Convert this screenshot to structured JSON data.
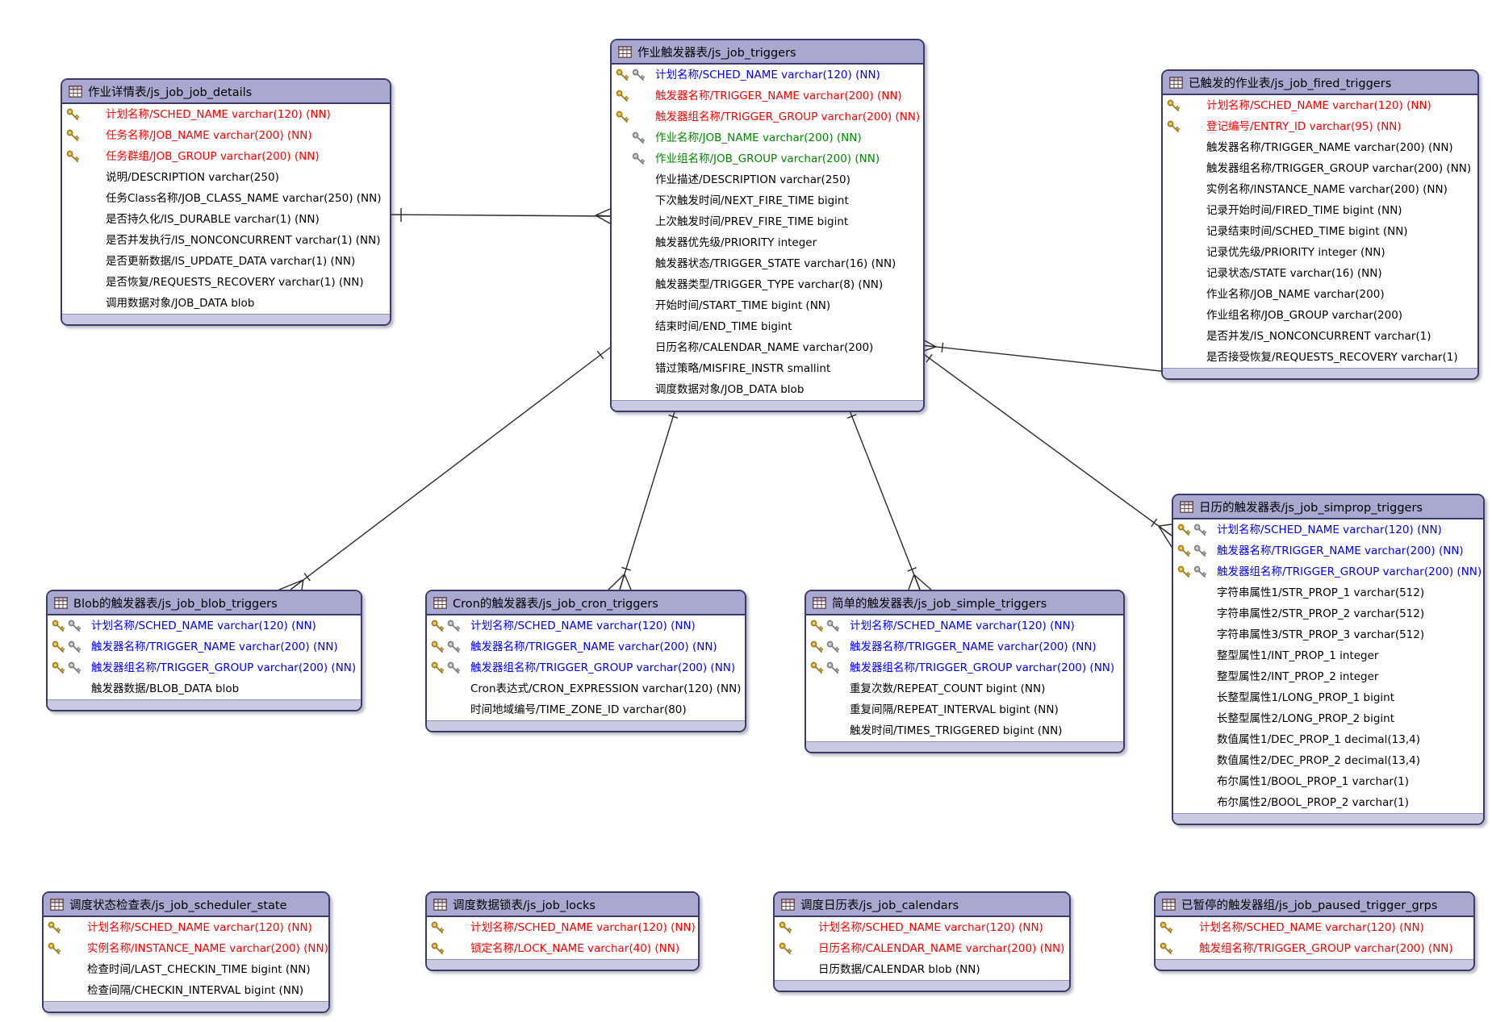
{
  "colors": {
    "primary_key_text": "#ff0000",
    "primary_foreign_key_text": "#0000ff",
    "foreign_key_text": "#008800",
    "normal_text": "#000000",
    "table_header_bg": "#a8a8d0",
    "table_footer_bg": "#c9c9e2",
    "table_border": "#3a3a6b",
    "gold_key": "#f3cd4e",
    "gray_key": "#d2d2d2"
  },
  "tables": [
    {
      "title": "作业详情表/js_job_job_details",
      "fields": [
        {
          "text": "计划名称/SCHED_NAME varchar(120) (NN)",
          "color": "red",
          "keys": [
            "pk"
          ]
        },
        {
          "text": "任务名称/JOB_NAME varchar(200) (NN)",
          "color": "red",
          "keys": [
            "pk"
          ]
        },
        {
          "text": "任务群组/JOB_GROUP varchar(200) (NN)",
          "color": "red",
          "keys": [
            "pk"
          ]
        },
        {
          "text": "说明/DESCRIPTION varchar(250)",
          "color": "black",
          "keys": []
        },
        {
          "text": "任务Class名称/JOB_CLASS_NAME varchar(250) (NN)",
          "color": "black",
          "keys": []
        },
        {
          "text": "是否持久化/IS_DURABLE varchar(1) (NN)",
          "color": "black",
          "keys": []
        },
        {
          "text": "是否并发执行/IS_NONCONCURRENT varchar(1) (NN)",
          "color": "black",
          "keys": []
        },
        {
          "text": "是否更新数据/IS_UPDATE_DATA varchar(1) (NN)",
          "color": "black",
          "keys": []
        },
        {
          "text": "是否恢复/REQUESTS_RECOVERY varchar(1) (NN)",
          "color": "black",
          "keys": []
        },
        {
          "text": "调用数据对象/JOB_DATA blob",
          "color": "black",
          "keys": []
        }
      ]
    },
    {
      "title": "作业触发器表/js_job_triggers",
      "fields": [
        {
          "text": "计划名称/SCHED_NAME varchar(120) (NN)",
          "color": "blue",
          "keys": [
            "pk",
            "fk"
          ]
        },
        {
          "text": "触发器名称/TRIGGER_NAME varchar(200) (NN)",
          "color": "red",
          "keys": [
            "pk"
          ]
        },
        {
          "text": "触发器组名称/TRIGGER_GROUP varchar(200) (NN)",
          "color": "red",
          "keys": [
            "pk"
          ]
        },
        {
          "text": "作业名称/JOB_NAME varchar(200) (NN)",
          "color": "green",
          "keys": [
            "fk"
          ]
        },
        {
          "text": "作业组名称/JOB_GROUP varchar(200) (NN)",
          "color": "green",
          "keys": [
            "fk"
          ]
        },
        {
          "text": "作业描述/DESCRIPTION varchar(250)",
          "color": "black",
          "keys": []
        },
        {
          "text": "下次触发时间/NEXT_FIRE_TIME bigint",
          "color": "black",
          "keys": []
        },
        {
          "text": "上次触发时间/PREV_FIRE_TIME bigint",
          "color": "black",
          "keys": []
        },
        {
          "text": "触发器优先级/PRIORITY integer",
          "color": "black",
          "keys": []
        },
        {
          "text": "触发器状态/TRIGGER_STATE varchar(16) (NN)",
          "color": "black",
          "keys": []
        },
        {
          "text": "触发器类型/TRIGGER_TYPE varchar(8) (NN)",
          "color": "black",
          "keys": []
        },
        {
          "text": "开始时间/START_TIME bigint (NN)",
          "color": "black",
          "keys": []
        },
        {
          "text": "结束时间/END_TIME bigint",
          "color": "black",
          "keys": []
        },
        {
          "text": "日历名称/CALENDAR_NAME varchar(200)",
          "color": "black",
          "keys": []
        },
        {
          "text": "错过策略/MISFIRE_INSTR smallint",
          "color": "black",
          "keys": []
        },
        {
          "text": "调度数据对象/JOB_DATA blob",
          "color": "black",
          "keys": []
        }
      ]
    },
    {
      "title": "已触发的作业表/js_job_fired_triggers",
      "fields": [
        {
          "text": "计划名称/SCHED_NAME varchar(120) (NN)",
          "color": "red",
          "keys": [
            "pk"
          ]
        },
        {
          "text": "登记编号/ENTRY_ID varchar(95) (NN)",
          "color": "red",
          "keys": [
            "pk"
          ]
        },
        {
          "text": "触发器名称/TRIGGER_NAME varchar(200) (NN)",
          "color": "black",
          "keys": []
        },
        {
          "text": "触发器组名称/TRIGGER_GROUP varchar(200) (NN)",
          "color": "black",
          "keys": []
        },
        {
          "text": "实例名称/INSTANCE_NAME varchar(200) (NN)",
          "color": "black",
          "keys": []
        },
        {
          "text": "记录开始时间/FIRED_TIME bigint (NN)",
          "color": "black",
          "keys": []
        },
        {
          "text": "记录结束时间/SCHED_TIME bigint (NN)",
          "color": "black",
          "keys": []
        },
        {
          "text": "记录优先级/PRIORITY integer (NN)",
          "color": "black",
          "keys": []
        },
        {
          "text": "记录状态/STATE varchar(16) (NN)",
          "color": "black",
          "keys": []
        },
        {
          "text": "作业名称/JOB_NAME varchar(200)",
          "color": "black",
          "keys": []
        },
        {
          "text": "作业组名称/JOB_GROUP varchar(200)",
          "color": "black",
          "keys": []
        },
        {
          "text": "是否并发/IS_NONCONCURRENT varchar(1)",
          "color": "black",
          "keys": []
        },
        {
          "text": "是否接受恢复/REQUESTS_RECOVERY varchar(1)",
          "color": "black",
          "keys": []
        }
      ]
    },
    {
      "title": "日历的触发器表/js_job_simprop_triggers",
      "fields": [
        {
          "text": "计划名称/SCHED_NAME varchar(120) (NN)",
          "color": "blue",
          "keys": [
            "pk",
            "fk"
          ]
        },
        {
          "text": "触发器名称/TRIGGER_NAME varchar(200) (NN)",
          "color": "blue",
          "keys": [
            "pk",
            "fk"
          ]
        },
        {
          "text": "触发器组名称/TRIGGER_GROUP varchar(200) (NN)",
          "color": "blue",
          "keys": [
            "pk",
            "fk"
          ]
        },
        {
          "text": "字符串属性1/STR_PROP_1 varchar(512)",
          "color": "black",
          "keys": []
        },
        {
          "text": "字符串属性2/STR_PROP_2 varchar(512)",
          "color": "black",
          "keys": []
        },
        {
          "text": "字符串属性3/STR_PROP_3 varchar(512)",
          "color": "black",
          "keys": []
        },
        {
          "text": "整型属性1/INT_PROP_1 integer",
          "color": "black",
          "keys": []
        },
        {
          "text": "整型属性2/INT_PROP_2 integer",
          "color": "black",
          "keys": []
        },
        {
          "text": "长整型属性1/LONG_PROP_1 bigint",
          "color": "black",
          "keys": []
        },
        {
          "text": "长整型属性2/LONG_PROP_2 bigint",
          "color": "black",
          "keys": []
        },
        {
          "text": "数值属性1/DEC_PROP_1 decimal(13,4)",
          "color": "black",
          "keys": []
        },
        {
          "text": "数值属性2/DEC_PROP_2 decimal(13,4)",
          "color": "black",
          "keys": []
        },
        {
          "text": "布尔属性1/BOOL_PROP_1 varchar(1)",
          "color": "black",
          "keys": []
        },
        {
          "text": "布尔属性2/BOOL_PROP_2 varchar(1)",
          "color": "black",
          "keys": []
        }
      ]
    },
    {
      "title": "Blob的触发器表/js_job_blob_triggers",
      "fields": [
        {
          "text": "计划名称/SCHED_NAME varchar(120) (NN)",
          "color": "blue",
          "keys": [
            "pk",
            "fk"
          ]
        },
        {
          "text": "触发器名称/TRIGGER_NAME varchar(200) (NN)",
          "color": "blue",
          "keys": [
            "pk",
            "fk"
          ]
        },
        {
          "text": "触发器组名称/TRIGGER_GROUP varchar(200) (NN)",
          "color": "blue",
          "keys": [
            "pk",
            "fk"
          ]
        },
        {
          "text": "触发器数据/BLOB_DATA blob",
          "color": "black",
          "keys": []
        }
      ]
    },
    {
      "title": "Cron的触发器表/js_job_cron_triggers",
      "fields": [
        {
          "text": "计划名称/SCHED_NAME varchar(120) (NN)",
          "color": "blue",
          "keys": [
            "pk",
            "fk"
          ]
        },
        {
          "text": "触发器名称/TRIGGER_NAME varchar(200) (NN)",
          "color": "blue",
          "keys": [
            "pk",
            "fk"
          ]
        },
        {
          "text": "触发器组名称/TRIGGER_GROUP varchar(200) (NN)",
          "color": "blue",
          "keys": [
            "pk",
            "fk"
          ]
        },
        {
          "text": "Cron表达式/CRON_EXPRESSION varchar(120) (NN)",
          "color": "black",
          "keys": []
        },
        {
          "text": "时间地域编号/TIME_ZONE_ID varchar(80)",
          "color": "black",
          "keys": []
        }
      ]
    },
    {
      "title": "简单的触发器表/js_job_simple_triggers",
      "fields": [
        {
          "text": "计划名称/SCHED_NAME varchar(120) (NN)",
          "color": "blue",
          "keys": [
            "pk",
            "fk"
          ]
        },
        {
          "text": "触发器名称/TRIGGER_NAME varchar(200) (NN)",
          "color": "blue",
          "keys": [
            "pk",
            "fk"
          ]
        },
        {
          "text": "触发器组名称/TRIGGER_GROUP varchar(200) (NN)",
          "color": "blue",
          "keys": [
            "pk",
            "fk"
          ]
        },
        {
          "text": "重复次数/REPEAT_COUNT bigint (NN)",
          "color": "black",
          "keys": []
        },
        {
          "text": "重复间隔/REPEAT_INTERVAL bigint (NN)",
          "color": "black",
          "keys": []
        },
        {
          "text": "触发时间/TIMES_TRIGGERED bigint (NN)",
          "color": "black",
          "keys": []
        }
      ]
    },
    {
      "title": "调度状态检查表/js_job_scheduler_state",
      "fields": [
        {
          "text": "计划名称/SCHED_NAME varchar(120) (NN)",
          "color": "red",
          "keys": [
            "pk"
          ]
        },
        {
          "text": "实例名称/INSTANCE_NAME varchar(200) (NN)",
          "color": "red",
          "keys": [
            "pk"
          ]
        },
        {
          "text": "检查时间/LAST_CHECKIN_TIME bigint (NN)",
          "color": "black",
          "keys": []
        },
        {
          "text": "检查间隔/CHECKIN_INTERVAL bigint (NN)",
          "color": "black",
          "keys": []
        }
      ]
    },
    {
      "title": "调度数据锁表/js_job_locks",
      "fields": [
        {
          "text": "计划名称/SCHED_NAME varchar(120) (NN)",
          "color": "red",
          "keys": [
            "pk"
          ]
        },
        {
          "text": "锁定名称/LOCK_NAME varchar(40) (NN)",
          "color": "red",
          "keys": [
            "pk"
          ]
        }
      ]
    },
    {
      "title": "调度日历表/js_job_calendars",
      "fields": [
        {
          "text": "计划名称/SCHED_NAME varchar(120) (NN)",
          "color": "red",
          "keys": [
            "pk"
          ]
        },
        {
          "text": "日历名称/CALENDAR_NAME varchar(200) (NN)",
          "color": "red",
          "keys": [
            "pk"
          ]
        },
        {
          "text": "日历数据/CALENDAR blob (NN)",
          "color": "black",
          "keys": []
        }
      ]
    },
    {
      "title": "已暂停的触发器组/js_job_paused_trigger_grps",
      "fields": [
        {
          "text": "计划名称/SCHED_NAME varchar(120) (NN)",
          "color": "red",
          "keys": [
            "pk"
          ]
        },
        {
          "text": "触发组名称/TRIGGER_GROUP varchar(200) (NN)",
          "color": "red",
          "keys": [
            "pk"
          ]
        }
      ]
    }
  ],
  "relationships": [
    {
      "from": "js_job_job_details",
      "to": "js_job_triggers",
      "many_end": "js_job_triggers"
    },
    {
      "from": "js_job_triggers",
      "to": "js_job_blob_triggers",
      "many_end": "js_job_blob_triggers"
    },
    {
      "from": "js_job_triggers",
      "to": "js_job_cron_triggers",
      "many_end": "js_job_cron_triggers"
    },
    {
      "from": "js_job_triggers",
      "to": "js_job_simple_triggers",
      "many_end": "js_job_simple_triggers"
    },
    {
      "from": "js_job_triggers",
      "to": "js_job_simprop_triggers",
      "many_end": "js_job_simprop_triggers"
    },
    {
      "from": "js_job_triggers",
      "to": "js_job_fired_triggers",
      "many_end": "js_job_triggers"
    }
  ]
}
